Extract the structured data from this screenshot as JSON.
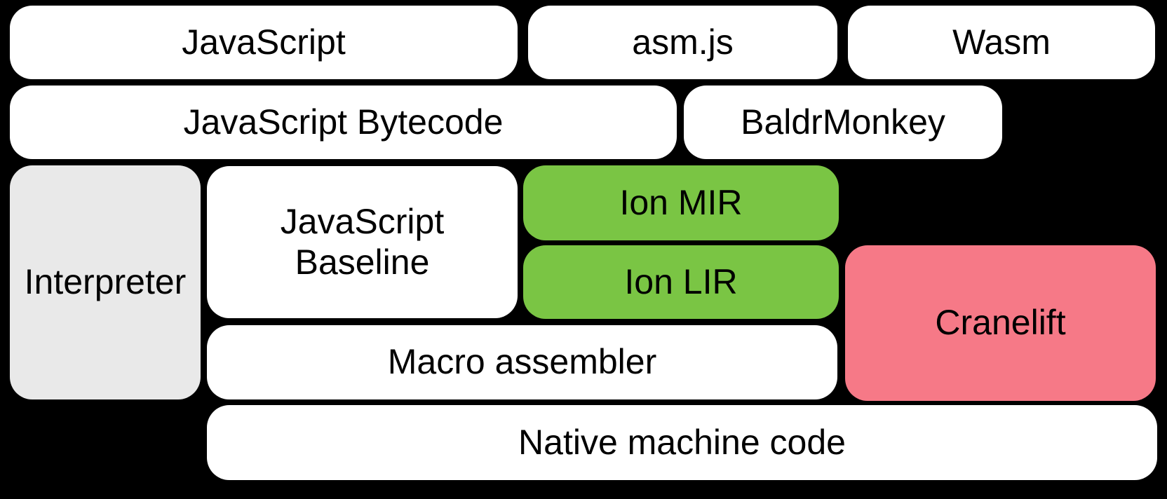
{
  "diagram": {
    "background_color": "#000000",
    "text_color": "#000000",
    "palette": {
      "white": "#ffffff",
      "green": "#7AC544",
      "pink": "#F67987",
      "gray": "#E9E9E9"
    },
    "nodes": [
      {
        "id": "javascript",
        "label": "JavaScript",
        "color": "white"
      },
      {
        "id": "asmjs",
        "label": "asm.js",
        "color": "white"
      },
      {
        "id": "wasm",
        "label": "Wasm",
        "color": "white"
      },
      {
        "id": "javascript-bytecode",
        "label": "JavaScript Bytecode",
        "color": "white"
      },
      {
        "id": "baldrmonkey",
        "label": "BaldrMonkey",
        "color": "white"
      },
      {
        "id": "interpreter",
        "label": "Interpreter",
        "color": "gray"
      },
      {
        "id": "javascript-baseline",
        "label": "JavaScript Baseline",
        "lines": [
          "JavaScript",
          "Baseline"
        ],
        "color": "white"
      },
      {
        "id": "ion-mir",
        "label": "Ion MIR",
        "color": "green"
      },
      {
        "id": "ion-lir",
        "label": "Ion LIR",
        "color": "green"
      },
      {
        "id": "cranelift",
        "label": "Cranelift",
        "color": "pink"
      },
      {
        "id": "macro-assembler",
        "label": "Macro assembler",
        "color": "white"
      },
      {
        "id": "native-machine-code",
        "label": "Native machine code",
        "color": "white"
      }
    ]
  }
}
